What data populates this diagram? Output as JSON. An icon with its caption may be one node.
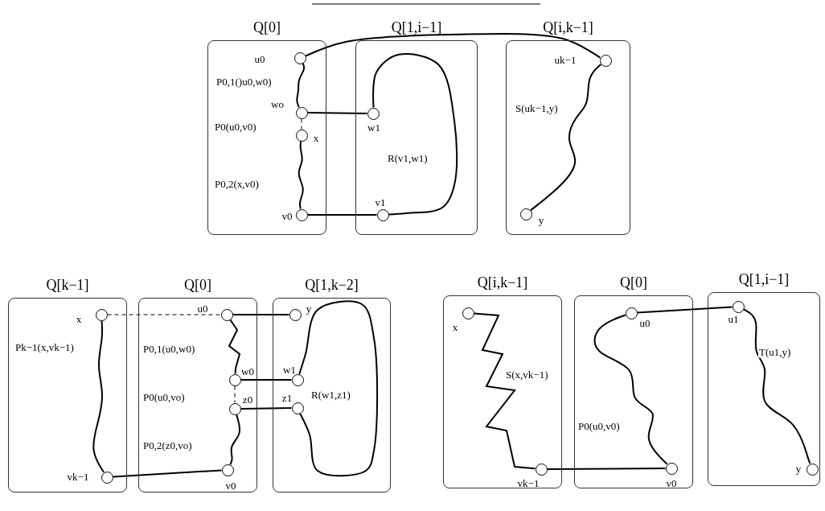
{
  "diagram": {
    "nodes": [
      {
        "text": [
          "Q[0]"
        ]
      },
      {
        "text": [],
        "shape": "circle",
        "in": 0,
        "beside": [
          "u0"
        ]
      },
      {
        "text": [],
        "shape": "circle",
        "in": 0,
        "beside": [
          "wo"
        ]
      },
      {
        "text": [],
        "shape": "circle",
        "in": 0,
        "beside": [
          "x"
        ]
      },
      {
        "text": [],
        "shape": "circle",
        "in": 0,
        "beside": [
          "v0"
        ]
      },
      {
        "text": [
          "Q[1,i−1]"
        ]
      },
      {
        "text": [],
        "shape": "circle",
        "in": 5,
        "beside": [
          "w1"
        ]
      },
      {
        "text": [],
        "shape": "circle",
        "in": 5,
        "beside": [
          "v1"
        ]
      },
      {
        "text": [
          "Q[i,k−1]"
        ]
      },
      {
        "text": [],
        "shape": "circle",
        "in": 8,
        "beside": [
          "uk−1"
        ]
      },
      {
        "text": [],
        "shape": "circle",
        "in": 8,
        "beside": [
          "y"
        ]
      },
      {
        "text": [
          "Q[k−1]"
        ]
      },
      {
        "text": [],
        "shape": "circle",
        "in": 11,
        "beside": [
          "x"
        ]
      },
      {
        "text": [],
        "shape": "circle",
        "in": 11,
        "beside": [
          "vk−1"
        ]
      },
      {
        "text": [
          "Q[0]"
        ]
      },
      {
        "text": [],
        "shape": "circle",
        "in": 14,
        "beside": [
          "u0"
        ]
      },
      {
        "text": [],
        "shape": "circle",
        "in": 14,
        "beside": [
          "w0"
        ]
      },
      {
        "text": [],
        "shape": "circle",
        "in": 14,
        "beside": [
          "z0"
        ]
      },
      {
        "text": [],
        "shape": "circle",
        "in": 14,
        "beside": [
          "v0"
        ]
      },
      {
        "text": [
          "Q[1,k−2]"
        ]
      },
      {
        "text": [],
        "shape": "circle",
        "in": 19,
        "beside": [
          "y"
        ]
      },
      {
        "text": [],
        "shape": "circle",
        "in": 19,
        "beside": [
          "w1"
        ]
      },
      {
        "text": [],
        "shape": "circle",
        "in": 19,
        "beside": [
          "z1"
        ]
      },
      {
        "text": [
          "Q[i,k−1]"
        ]
      },
      {
        "text": [],
        "shape": "circle",
        "in": 23,
        "beside": [
          "x"
        ]
      },
      {
        "text": [],
        "shape": "circle",
        "in": 23,
        "beside": [
          "vk−1"
        ]
      },
      {
        "text": [
          "Q[0]"
        ]
      },
      {
        "text": [],
        "shape": "circle",
        "in": 26,
        "beside": [
          "u0"
        ]
      },
      {
        "text": [],
        "shape": "circle",
        "in": 26,
        "beside": [
          "v0"
        ]
      },
      {
        "text": [
          "Q[1,i−1]"
        ]
      },
      {
        "text": [],
        "shape": "circle",
        "in": 29,
        "beside": [
          "u1"
        ]
      },
      {
        "text": [],
        "shape": "circle",
        "in": 29,
        "beside": [
          "y"
        ]
      }
    ],
    "edges": [
      {
        "from": 1,
        "to": 2,
        "arrow": "none",
        "label": "P0,1()u0,w0)"
      },
      {
        "from": 2,
        "to": 3,
        "arrow": "none",
        "style": "dashed"
      },
      {
        "from": 3,
        "to": 4,
        "arrow": "none",
        "label": "P0,2(x,v0)"
      },
      {
        "from": 2,
        "to": 6,
        "arrow": "none"
      },
      {
        "from": 4,
        "to": 7,
        "arrow": "none"
      },
      {
        "from": 6,
        "to": 7,
        "arrow": "none",
        "label": "R(v1,w1)"
      },
      {
        "from": 1,
        "to": 9,
        "arrow": "none"
      },
      {
        "from": 9,
        "to": 10,
        "arrow": "none",
        "label": "S(uk−1,y)"
      },
      {
        "from": 12,
        "to": 15,
        "arrow": "none",
        "style": "dashed"
      },
      {
        "from": 12,
        "to": 13,
        "arrow": "none",
        "label": "Pk−1(x,vk−1)"
      },
      {
        "from": 15,
        "to": 20,
        "arrow": "none"
      },
      {
        "from": 15,
        "to": 16,
        "arrow": "none",
        "label": "P0,1(u0,w0)"
      },
      {
        "from": 16,
        "to": 17,
        "arrow": "none",
        "style": "dashed"
      },
      {
        "from": 17,
        "to": 18,
        "arrow": "none",
        "label": "P0,2(z0,vo)"
      },
      {
        "from": 16,
        "to": 21,
        "arrow": "none"
      },
      {
        "from": 17,
        "to": 22,
        "arrow": "none"
      },
      {
        "from": 21,
        "to": 22,
        "arrow": "none",
        "label": "R(w1,z1)"
      },
      {
        "from": 13,
        "to": 18,
        "arrow": "none"
      },
      {
        "from": 24,
        "to": 25,
        "arrow": "none",
        "label": "S(x,vk−1)"
      },
      {
        "from": 25,
        "to": 28,
        "arrow": "none"
      },
      {
        "from": 27,
        "to": 28,
        "arrow": "none",
        "label": "P0(u0,v0)"
      },
      {
        "from": 27,
        "to": 30,
        "arrow": "none"
      },
      {
        "from": 30,
        "to": 31,
        "arrow": "none",
        "label": "T(u1,y)"
      }
    ],
    "labels": [
      "P0(u0,v0)",
      "P0(u0,vo)"
    ]
  }
}
